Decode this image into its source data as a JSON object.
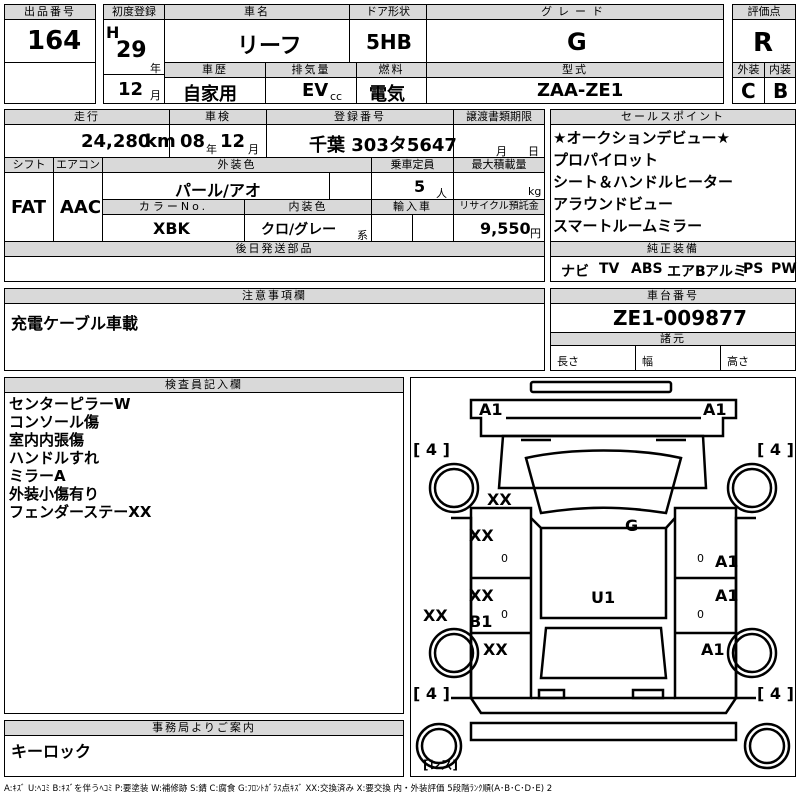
{
  "lot": {
    "label": "出品番号",
    "value": "164"
  },
  "first_reg": {
    "label": "初度登録",
    "era": "H",
    "year": "29",
    "year_unit": "年",
    "month": "12",
    "month_unit": "月"
  },
  "car_name": {
    "label": "車名",
    "value": "リーフ"
  },
  "door": {
    "label": "ドア形状",
    "value": "5HB"
  },
  "grade": {
    "label": "グレード",
    "value": "G"
  },
  "score": {
    "label": "評価点",
    "value": "R"
  },
  "history": {
    "label": "車歴",
    "value": "自家用"
  },
  "displacement": {
    "label": "排気量",
    "value": "EV",
    "unit": "cc"
  },
  "fuel": {
    "label": "燃料",
    "value": "電気"
  },
  "model": {
    "label": "型式",
    "value": "ZAA-ZE1"
  },
  "exterior": {
    "label": "外装",
    "value": "C"
  },
  "interior": {
    "label": "内装",
    "value": "B"
  },
  "mileage": {
    "label": "走行",
    "value": "24,280",
    "unit": "km"
  },
  "inspection": {
    "label": "車検",
    "year": "08",
    "year_unit": "年",
    "month": "12",
    "month_unit": "月"
  },
  "plate": {
    "label": "登録番号",
    "value": "千葉 303タ5647"
  },
  "transfer": {
    "label": "譲渡書類期限",
    "month_unit": "月",
    "day_unit": "日"
  },
  "sales": {
    "label": "セールスポイント",
    "items": [
      "★オークションデビュー★",
      "プロパイロット",
      "シート＆ハンドルヒーター",
      "アラウンドビュー",
      "スマートルームミラー"
    ]
  },
  "shift": {
    "label": "シフト",
    "value": "FAT"
  },
  "ac": {
    "label": "エアコン",
    "value": "AAC"
  },
  "ext_color": {
    "label": "外装色",
    "value": "パール/アオ"
  },
  "capacity": {
    "label": "乗車定員",
    "value": "5",
    "unit": "人"
  },
  "max_load": {
    "label": "最大積載量",
    "unit": "kg"
  },
  "color_no": {
    "label": "カラーNo.",
    "value": "XBK"
  },
  "int_color": {
    "label": "内装色",
    "value": "クロ/グレー",
    "unit": "系"
  },
  "import": {
    "label": "輸入車"
  },
  "recycle": {
    "label": "リサイクル預託金",
    "value": "9,550",
    "unit": "円"
  },
  "later_parts": {
    "label": "後日発送部品"
  },
  "equipment": {
    "label": "純正装備",
    "items": [
      "ナビ",
      "TV",
      "ABS",
      "エアB",
      "アルミ",
      "PS",
      "PW"
    ]
  },
  "notes": {
    "label": "注意事項欄",
    "value": "充電ケーブル車載"
  },
  "chassis": {
    "label": "車台番号",
    "value": "ZE1-009877"
  },
  "specs": {
    "label": "諸元",
    "length": "長さ",
    "width": "幅",
    "height": "高さ"
  },
  "inspector": {
    "label": "検査員記入欄",
    "items": [
      "センターピラーW",
      "コンソール傷",
      "室内内張傷",
      "ハンドルすれ",
      "ミラーA",
      "外装小傷有り",
      "フェンダーステーXX"
    ]
  },
  "office": {
    "label": "事務局よりご案内",
    "value": "キーロック"
  },
  "diagram": {
    "marks": {
      "front_left": "A1",
      "front_right": "A1",
      "hood": "XX",
      "windshield": "G",
      "fender_left": "XX",
      "door_front_left": "XX",
      "door_rear_left": "B1",
      "rocker_left": "XX",
      "quarter_left": "XX",
      "roof": "U1",
      "door_front_right": "A1",
      "door_rear_right": "A1",
      "quarter_right": "A1"
    },
    "tires": [
      "4",
      "4",
      "4",
      "4"
    ],
    "zeros": [
      "0",
      "0",
      "0",
      "0"
    ],
    "spare": "レス"
  },
  "legend": "A:ｷｽﾞ U:ﾍｺﾐ B:ｷｽﾞを伴うﾍｺﾐ P:要塗装 W:補修跡 S:錆 C:腐食 G:ﾌﾛﾝﾄｶﾞﾗｽ点ｷｽﾞ XX:交換済み X:要交換 内・外装評価 5段階ﾗﾝｸ順(A･B･C･D･E) 2"
}
